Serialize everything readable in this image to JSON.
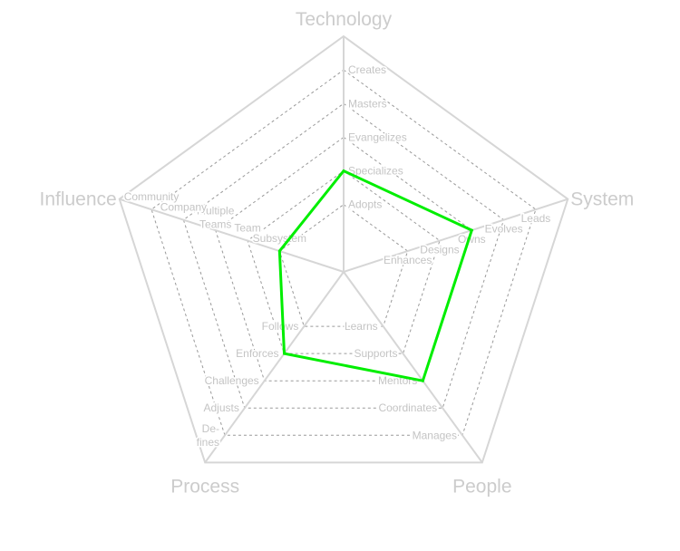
{
  "chart_data": {
    "type": "radar",
    "axes": [
      "Technology",
      "System",
      "People",
      "Process",
      "Influence"
    ],
    "levels": 7,
    "level_labels": {
      "Technology": [
        "Adopts",
        "Specializes",
        "Evangelizes",
        "Masters",
        "Creates"
      ],
      "System": [
        "Enhances",
        "Designs",
        "Owns",
        "Evolves",
        "Leads"
      ],
      "People": [
        "Learns",
        "Supports",
        "Mentors",
        "Coordinates",
        "Manages"
      ],
      "Process": [
        "Follows",
        "Enforces",
        "Challenges",
        "Adjusts",
        [
          "De-",
          "fines"
        ]
      ],
      "Influence": [
        "Subsystem",
        "Team",
        [
          "Multiple",
          "Teams"
        ],
        "Company",
        "Community"
      ]
    },
    "series": [
      {
        "values": [
          3,
          4,
          4,
          3,
          2
        ],
        "color": "#00ee00"
      }
    ],
    "colors": {
      "grid": "#d6d6d6",
      "ring": "#9a9a9a",
      "label": "#cccccc"
    }
  }
}
